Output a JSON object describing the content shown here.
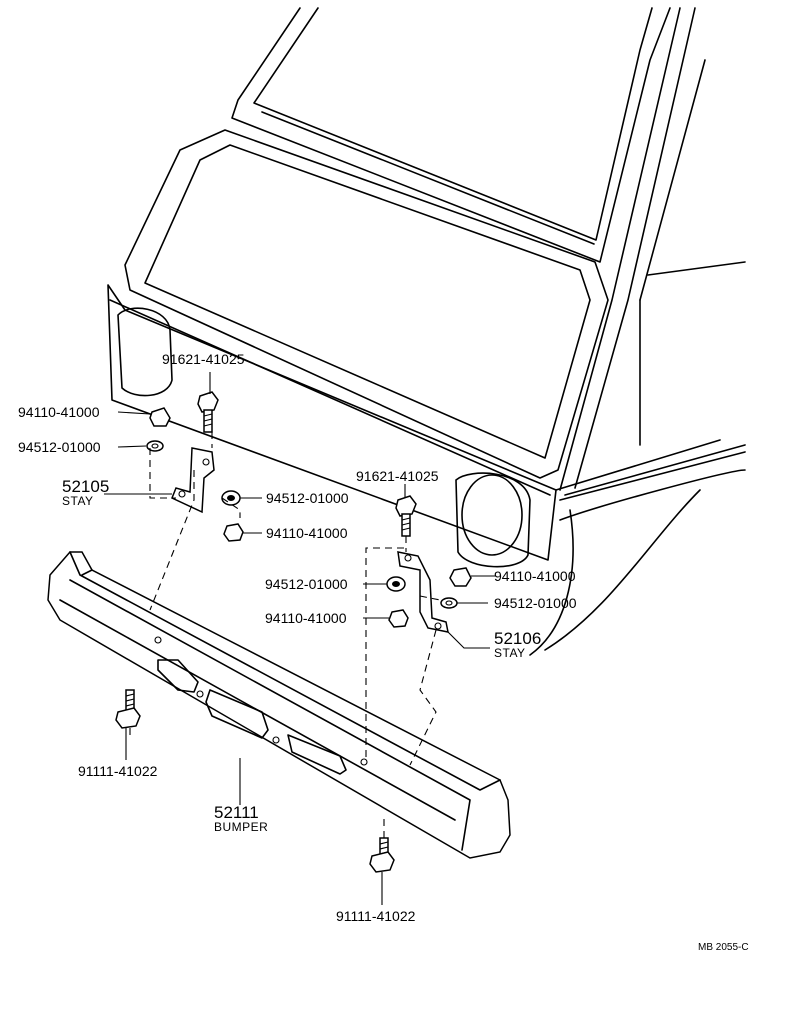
{
  "labels": {
    "p91621_upper": "91621-41025",
    "p94110_left": "94110-41000",
    "p94512_left": "94512-01000",
    "stay_left_num": "52105",
    "stay_left_name": "STAY",
    "p94512_center": "94512-01000",
    "p94110_center": "94110-41000",
    "p91621_right": "91621-41025",
    "p94110_right": "94110-41000",
    "p94512_rc": "94512-01000",
    "p94512_right": "94512-01000",
    "p94110_rc": "94110-41000",
    "stay_right_num": "52106",
    "stay_right_name": "STAY",
    "p91111_left": "91111-41022",
    "bumper_num": "52111",
    "bumper_name": "BUMPER",
    "p91111_bottom": "91111-41022",
    "code": "MB  2055-C"
  }
}
